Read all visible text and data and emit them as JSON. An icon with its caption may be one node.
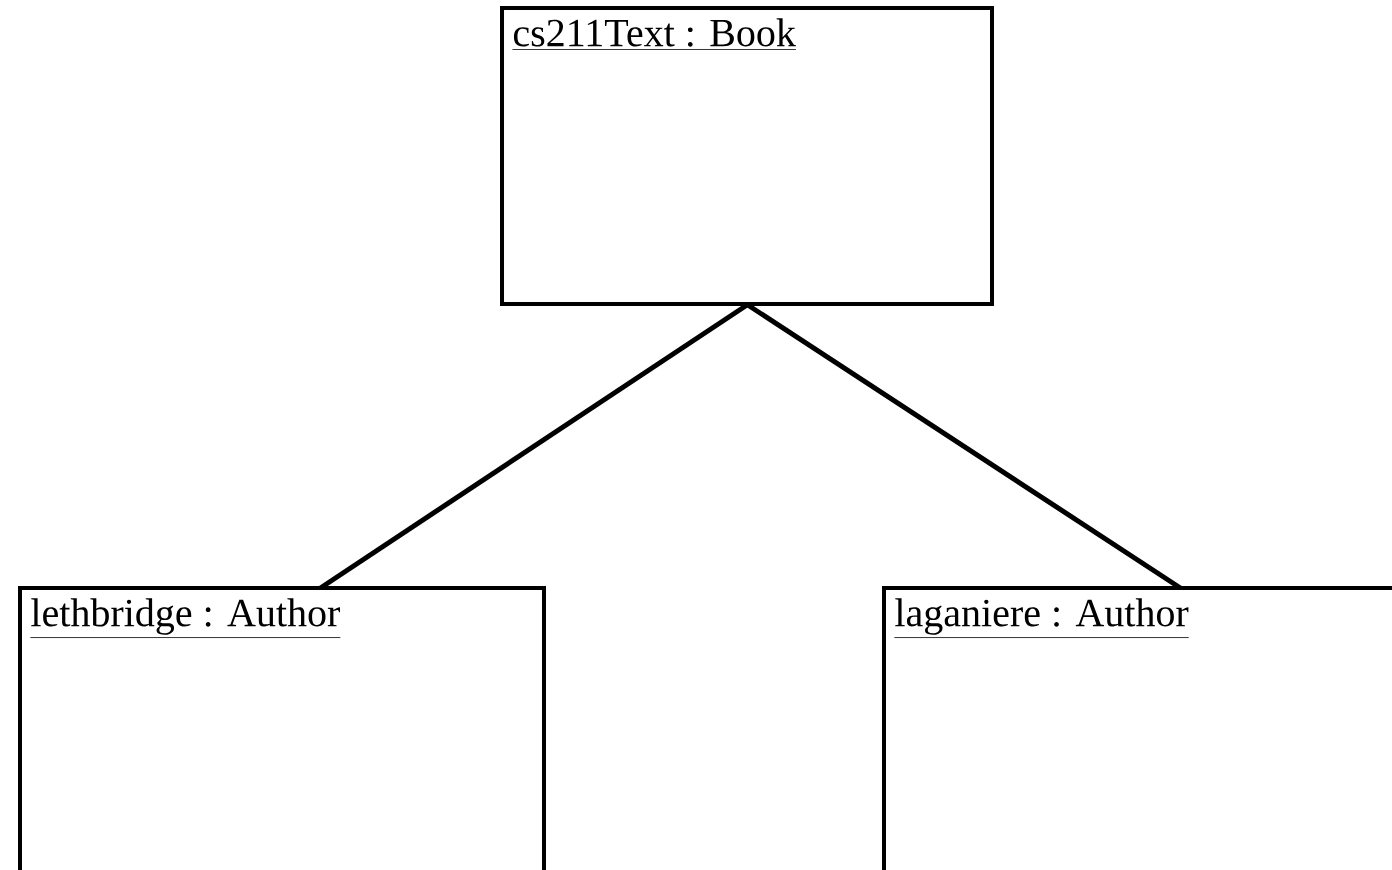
{
  "diagram": {
    "nodes": [
      {
        "text": [
          "cs211Text : Book"
        ]
      },
      {
        "text": [
          "lethbridge : Author"
        ]
      },
      {
        "text": [
          "laganiere : Author"
        ]
      }
    ],
    "edges": [
      {
        "from": 0,
        "to": 1,
        "arrow": "none"
      },
      {
        "from": 0,
        "to": 2,
        "arrow": "none"
      }
    ]
  }
}
